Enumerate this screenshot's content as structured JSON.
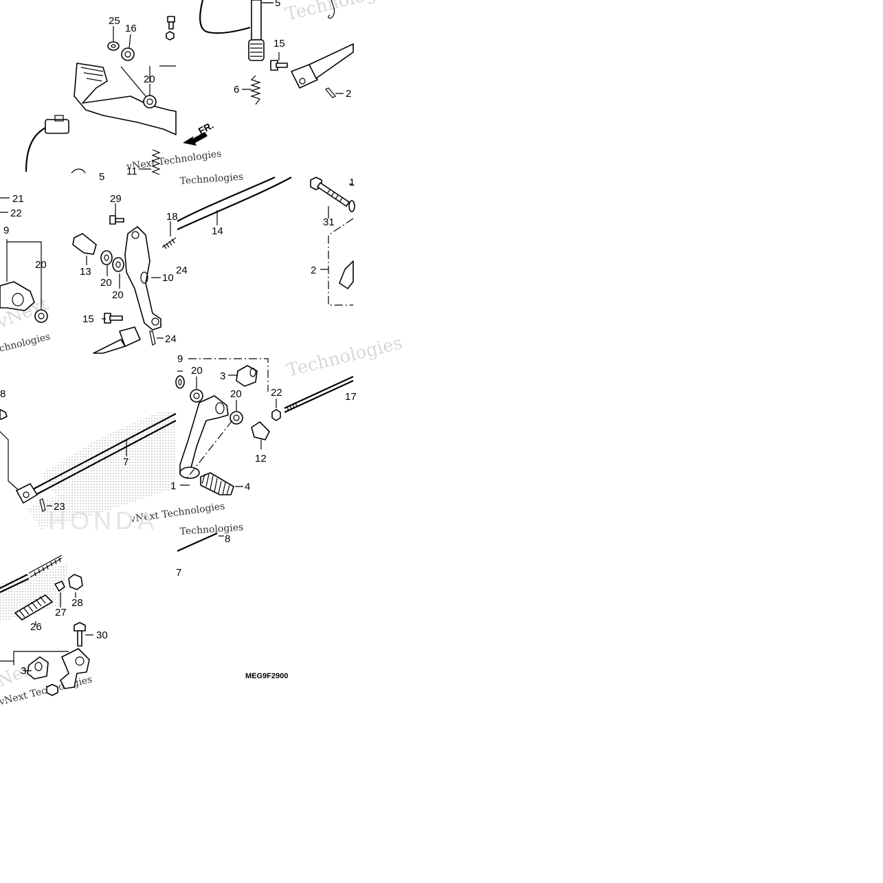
{
  "diagram": {
    "code": "MEG9F2900",
    "front_marker": "FR.",
    "watermarks": [
      "Technologies",
      "vNext Technologies",
      "Technologies",
      "vNext",
      "vNext Technologies",
      "vNext Technologies",
      "Technologies",
      "Technologies",
      "Next",
      "chnologies"
    ],
    "brand_bg": "HONDA",
    "tiles": {
      "top_left": {
        "labels": [
          "25",
          "16",
          "20",
          "11",
          "5"
        ]
      },
      "top_mid": {
        "labels": [
          "5",
          "15",
          "6",
          "2"
        ]
      },
      "mid_left": {
        "labels": [
          "21",
          "22",
          "9",
          "20"
        ]
      },
      "mid_center": {
        "labels": [
          "29",
          "18",
          "13",
          "20",
          "20",
          "10",
          "24",
          "15",
          "24",
          "14"
        ]
      },
      "mid_right": {
        "labels": [
          "1",
          "31",
          "2"
        ]
      },
      "lower_left": {
        "labels": [
          "8",
          "7",
          "23"
        ]
      },
      "lower_center": {
        "labels": [
          "9",
          "20",
          "3",
          "20",
          "22",
          "17",
          "12",
          "1",
          "4"
        ]
      },
      "bottom_left": {
        "labels": [
          "28",
          "27",
          "26",
          "30",
          "3"
        ]
      },
      "bottom_center": {
        "labels": [
          "8",
          "7"
        ]
      }
    }
  }
}
